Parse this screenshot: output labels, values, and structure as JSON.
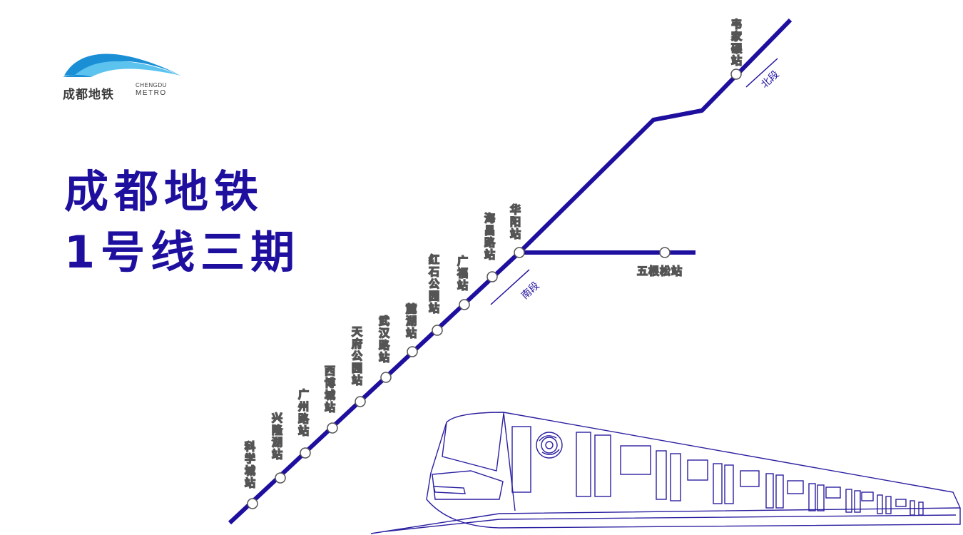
{
  "colors": {
    "line": "#1e0f9e",
    "title": "#1e0f9e",
    "logo_blue": "#1a8fd6",
    "logo_light": "#5cc3ef",
    "station_fill": "#ffffff",
    "station_stroke": "#555555",
    "train_stroke": "#2a1fa0"
  },
  "logo": {
    "name_cn": "成都地铁",
    "name_en_top": "CHENGDU",
    "name_en_bottom": "METRO",
    "icon": "wave-icon"
  },
  "title": {
    "line1": "成都地铁",
    "line2": "1号线三期"
  },
  "segments": {
    "north": "北段",
    "south": "南段"
  },
  "stations": {
    "weijianian": "韦家碾站",
    "huayang": "华阳站",
    "haichanglu": "海昌路站",
    "guangfu": "广福站",
    "hongshigongyuan": "红石公园站",
    "luhu": "麓湖站",
    "wuhanlu": "武汉路站",
    "tianfugongyuan": "天府公园站",
    "xibocheng": "西博城站",
    "guangzhoulu": "广州路站",
    "xinglonghu": "兴隆湖站",
    "kexuecheng": "科学城站",
    "wugensong": "五根松站"
  },
  "train": {
    "icon": "metro-train-icon",
    "emblem": "swirl-emblem-icon"
  }
}
